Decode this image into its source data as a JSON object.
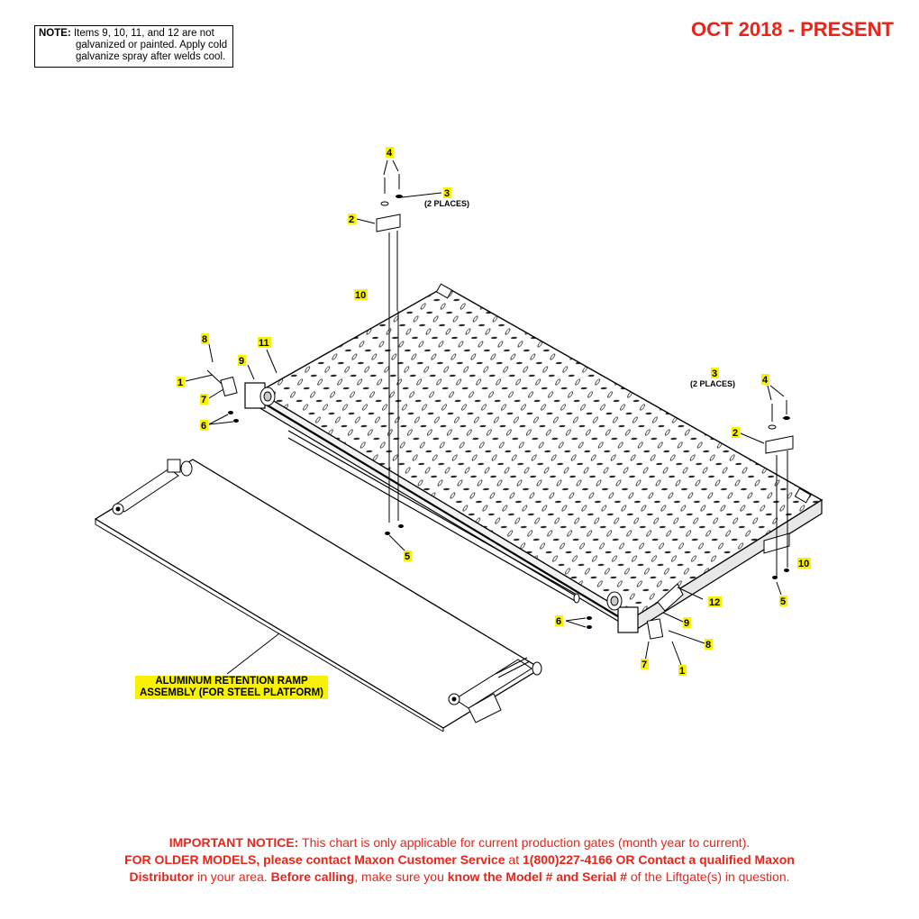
{
  "note": {
    "label": "NOTE:",
    "line1": "Items 9, 10, 11, and 12 are not",
    "line2": "galvanized or painted. Apply cold",
    "line3": "galvanize spray after welds cool."
  },
  "date_range": "OCT 2018 - PRESENT",
  "callouts": {
    "c1a": "1",
    "c1b": "1",
    "c2a": "2",
    "c2b": "2",
    "c3a": "3",
    "c3b": "3",
    "c3a_qty": "(2 PLACES)",
    "c3b_qty": "(2 PLACES)",
    "c4a": "4",
    "c4b": "4",
    "c5a": "5",
    "c5b": "5",
    "c6a": "6",
    "c6b": "6",
    "c7a": "7",
    "c7b": "7",
    "c8a": "8",
    "c8b": "8",
    "c9a": "9",
    "c9b": "9",
    "c10a": "10",
    "c10b": "10",
    "c11": "11",
    "c12": "12"
  },
  "assembly_label": {
    "line1": "ALUMINUM RETENTION RAMP",
    "line2": "ASSEMBLY (FOR STEEL PLATFORM)"
  },
  "notice": {
    "p1_bold": "IMPORTANT NOTICE:",
    "p1_text": " This chart is only applicable for current production gates (month year to current).",
    "p2_bold1": "FOR OLDER MODELS, please contact Maxon Customer Service",
    "p2_text1": " at ",
    "p2_bold2": "1(800)227-4166 OR Contact a qualified Maxon",
    "p3_bold1": "Distributor",
    "p3_text1": " in your area. ",
    "p3_bold2": "Before calling",
    "p3_text2": ", make sure you ",
    "p3_bold3": "know the Model # and Serial #",
    "p3_text3": " of the Liftgate(s) in question."
  },
  "colors": {
    "accent_red": "#e8251b",
    "callout_highlight": "#f8f200",
    "line": "#000000"
  }
}
